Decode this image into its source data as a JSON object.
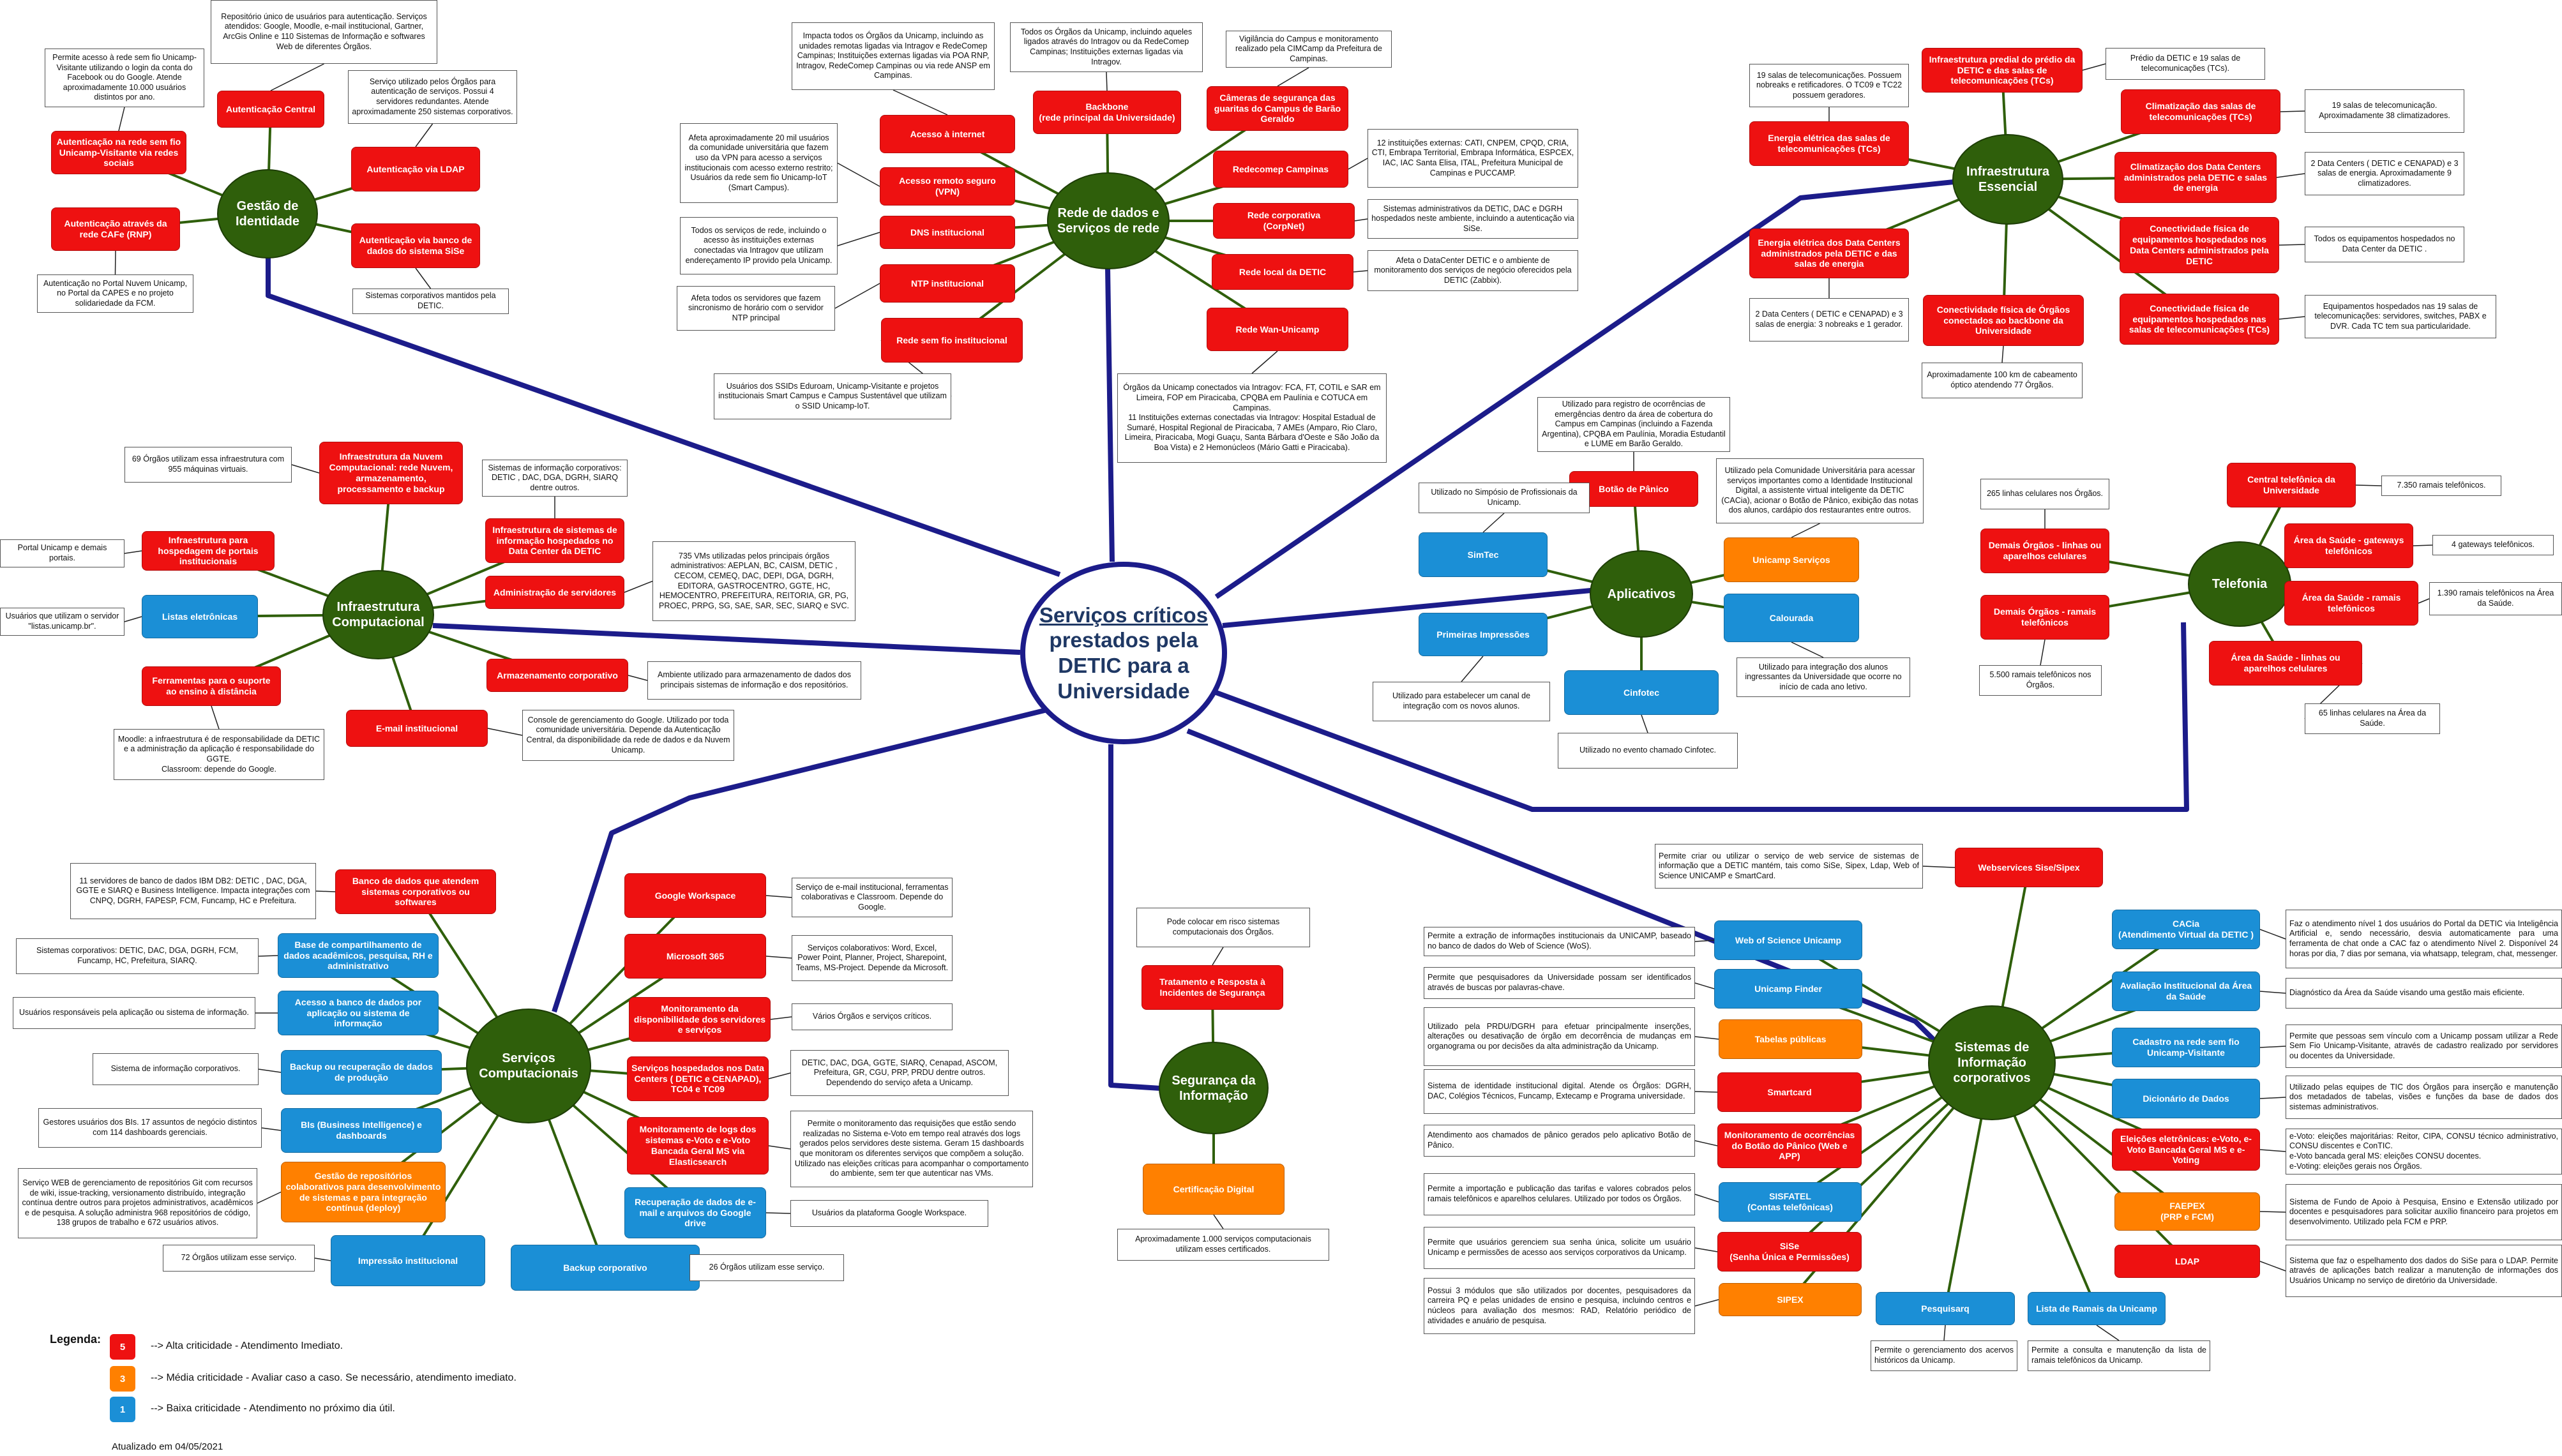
{
  "center": {
    "line1": "Serviços críticos",
    "line2": "prestados pela",
    "line3": "DETIC para a",
    "line4": "Universidade"
  },
  "hubs": {
    "gestao": "Gestão de\nIdentidade",
    "rede": "Rede de dados e\nServiços de rede",
    "infra_essencial": "Infraestrutura\nEssencial",
    "infra_comp": "Infraestrutura\nComputacional",
    "aplicativos": "Aplicativos",
    "telefonia": "Telefonia",
    "servicos_comp": "Serviços\nComputacionais",
    "seguranca": "Segurança da\nInformação",
    "sistemas": "Sistemas de\nInformação\ncorporativos"
  },
  "colors": {
    "critical_high": "#ee1111",
    "critical_medium": "#ff8000",
    "critical_low": "#1b8fd6",
    "hub_green": "#2f5f0b",
    "center_border": "#1c1c8a"
  },
  "gestao": {
    "central": "Autenticação Central",
    "central_note": "Repositório único de usuários para autenticação. Serviços atendidos: Google, Moodle, e-mail institucional, Gartner, ArcGis Online e 110 Sistemas de Informação e softwares Web de diferentes Órgãos.",
    "redes_sociais": "Autenticação na rede sem fio Unicamp-Visitante via redes sociais",
    "redes_sociais_note": "Permite acesso à rede sem fio Unicamp-Visitante utilizando o login da conta do Facebook ou do Google. Atende aproximadamente 10.000 usuários distintos por ano.",
    "ldap": "Autenticação via LDAP",
    "ldap_note": "Serviço utilizado pelos Órgãos para autenticação de serviços. Possui 4 servidores redundantes. Atende aproximadamente 250 sistemas corporativos.",
    "cafe": "Autenticação através da rede CAFe (RNP)",
    "cafe_note": "Autenticação no Portal Nuvem Unicamp, no Portal da CAPES e no projeto solidariedade da FCM.",
    "sise": "Autenticação via banco de dados do sistema SiSe",
    "sise_note": "Sistemas corporativos mantidos pela DETIC."
  },
  "rede": {
    "acesso_internet": "Acesso à internet",
    "acesso_internet_note": "Impacta todos os Órgãos da Unicamp, incluindo as unidades remotas ligadas via Intragov e RedeComep Campinas; Instituições externas ligadas via POA RNP, Intragov, RedeComep Campinas ou via rede ANSP em Campinas.",
    "backbone": "Backbone\n(rede principal da Universidade)",
    "backbone_note": "Todos os Órgãos da Unicamp, incluindo aqueles ligados através do Intragov ou da RedeComep Campinas; Instituições externas ligadas via Intragov.",
    "cameras": "Câmeras de segurança das guaritas do Campus de Barão Geraldo",
    "cameras_note": "Vigilância do Campus e monitoramento realizado pela CIMCamp da Prefeitura de Campinas.",
    "vpn": "Acesso remoto seguro\n(VPN)",
    "vpn_note": "Afeta aproximadamente 20 mil usuários da comunidade universitária que fazem uso da VPN para acesso a serviços institucionais com acesso externo restrito;\nUsuários da rede sem fio Unicamp-IoT (Smart Campus).",
    "redecomep": "Redecomep Campinas",
    "redecomep_note": "12 instituições externas: CATI, CNPEM, CPQD, CRIA, CTI, Embrapa Territorial, Embrapa Informática, ESPCEX, IAC, IAC Santa Elisa, ITAL, Prefeitura Municipal de Campinas e PUCCAMP.",
    "dns": "DNS institucional",
    "dns_note": "Todos os serviços de rede, incluindo o acesso às instituições externas conectadas via Intragov que utilizam endereçamento IP provido pela Unicamp.",
    "corpnet": "Rede corporativa\n(CorpNet)",
    "corpnet_note": "Sistemas administrativos da DETIC, DAC e DGRH hospedados neste ambiente, incluindo a autenticação via SiSe.",
    "ntp": "NTP institucional",
    "ntp_note": "Afeta todos os servidores que fazem sincronismo de horário com o servidor NTP principal",
    "local": "Rede local da DETIC",
    "local_note": "Afeta o DataCenter DETIC e o ambiente de monitoramento dos serviços de negócio oferecidos pela DETIC (Zabbix).",
    "semfio": "Rede sem fio institucional",
    "semfio_note": "Usuários dos SSIDs Eduroam, Unicamp-Visitante e projetos institucionais Smart Campus e Campus Sustentável que utilizam o SSID Unicamp-IoT.",
    "wan": "Rede Wan-Unicamp",
    "wan_note": "Órgãos da Unicamp conectados via Intragov: FCA, FT, COTIL e SAR em Limeira, FOP em Piracicaba, CPQBA em Paulínia e COTUCA em Campinas.\n11 Instituições externas conectadas via Intragov: Hospital Estadual de Sumaré, Hospital Regional de Piracicaba, 7 AMEs (Amparo, Rio Claro, Limeira, Piracicaba, Mogi Guaçu, Santa Bárbara d'Oeste e São João da Boa Vista) e 2 Hemonúcleos (Mário Gatti e Piracicaba)."
  },
  "infra_essencial": {
    "predial": "Infraestrutura predial do prédio da DETIC e das salas de telecomunicações (TCs)",
    "predial_note": "Prédio da DETIC e 19 salas de telecomunicações (TCs).",
    "energia_tcs": "Energia elétrica das salas de telecomunicações (TCs)",
    "energia_tcs_note": "19 salas de telecomunicações. Possuem nobreaks e retificadores. O TC09 e TC22 possuem geradores.",
    "clima_tcs": "Climatização das salas de telecomunicações (TCs)",
    "clima_tcs_note": "19 salas de telecomunicação. Aproximadamente 38 climatizadores.",
    "clima_dc": "Climatização dos Data Centers administrados pela DETIC e salas de energia",
    "clima_dc_note": "2 Data Centers ( DETIC e CENAPAD) e 3 salas de energia. Aproximadamente 9 climatizadores.",
    "energia_dc": "Energia elétrica dos Data Centers administrados pela DETIC e das salas de energia",
    "energia_dc_note": "2 Data Centers ( DETIC e CENAPAD) e 3 salas de energia: 3 nobreaks e 1 gerador.",
    "conect_dc": "Conectividade física de equipamentos hospedados nos Data Centers administrados pela DETIC",
    "conect_dc_note": "Todos os equipamentos hospedados no Data Center da DETIC .",
    "conect_orgaos": "Conectividade física de Órgãos conectados ao backbone da Universidade",
    "conect_orgaos_note": "Aproximadamente 100 km de cabeamento óptico atendendo 77 Órgãos.",
    "conect_tcs": "Conectividade física de equipamentos hospedados nas salas de telecomunicações (TCs)",
    "conect_tcs_note": "Equipamentos hospedados nas 19 salas de telecomunicações: servidores, switches, PABX e DVR. Cada TC tem sua particularidade."
  },
  "infra_comp": {
    "nuvem": "Infraestrutura da Nuvem Computacional: rede Nuvem, armazenamento, processamento e backup",
    "nuvem_note": "69 Órgãos utilizam essa infraestrutura com 955 máquinas virtuais.",
    "sistemas_dc": "Infraestrutura de sistemas de informação hospedados no Data Center da DETIC",
    "sistemas_dc_note": "Sistemas de informação corporativos: DETIC , DAC, DGA, DGRH, SIARQ dentre outros.",
    "hospedagem": "Infraestrutura para hospedagem de portais institucionais",
    "hospedagem_note": "Portal Unicamp e demais portais.",
    "admin": "Administração de servidores",
    "admin_note": "735 VMs utilizadas pelos principais órgãos administrativos: AEPLAN, BC, CAISM, DETIC , CECOM, CEMEQ, DAC, DEPI, DGA, DGRH, EDITORA, GASTROCENTRO, GGTE, HC, HEMOCENTRO, PREFEITURA, REITORIA, GR, PG, PROEC, PRPG, SG, SAE, SAR, SEC, SIARQ e SVC.",
    "listas": "Listas eletrônicas",
    "listas_note": "Usuários que utilizam o servidor \"listas.unicamp.br\".",
    "armazenamento": "Armazenamento corporativo",
    "armazenamento_note": "Ambiente utilizado para armazenamento de dados dos principais sistemas de informação e dos repositórios.",
    "ferramentas": "Ferramentas para o suporte ao ensino à distância",
    "ferramentas_note": "Moodle: a infraestrutura é de responsabilidade da DETIC e a administração da aplicação é responsabilidade do GGTE.\nClassroom: depende do Google.",
    "email": "E-mail institucional",
    "email_note": "Console de gerenciamento do Google. Utilizado por toda comunidade universitária. Depende da Autenticação Central, da disponibilidade da rede de dados e da Nuvem Unicamp."
  },
  "aplicativos": {
    "panico": "Botão de Pânico",
    "panico_note": "Utilizado para registro de ocorrências de emergências dentro da área de cobertura do Campus em Campinas (incluindo a Fazenda Argentina), CPQBA em Paulínia, Moradia Estudantil e LUME em Barão Geraldo.",
    "simtec": "SimTec",
    "simtec_note": "Utilizado no Simpósio de Profissionais da Unicamp.",
    "servicos": "Unicamp Serviços",
    "servicos_note": "Utilizado pela Comunidade Universitária para acessar serviços importantes como a Identidade Institucional Digital, a assistente virtual inteligente da DETIC (CACia), acionar o Botão de Pânico, exibição das notas dos alunos, cardápio dos restaurantes entre outros.",
    "impressoes": "Primeiras Impressões",
    "impressoes_note": "Utilizado para estabelecer um canal de integração com os novos alunos.",
    "calourada": "Calourada",
    "calourada_note": "Utilizado para integração dos alunos ingressantes da Universidade que ocorre no início de cada ano letivo.",
    "cinfotec": "Cinfotec",
    "cinfotec_note": "Utilizado no evento chamado Cinfotec."
  },
  "telefonia": {
    "central": "Central telefônica da Universidade",
    "central_note": "7.350 ramais telefônicos.",
    "demais_celulares": "Demais Órgãos - linhas ou aparelhos celulares",
    "demais_celulares_note": "265 linhas celulares nos Órgãos.",
    "saude_gw": "Área da Saúde - gateways telefônicos",
    "saude_gw_note": "4 gateways telefônicos.",
    "demais_ramais": "Demais Órgãos - ramais telefônicos",
    "demais_ramais_note": "5.500 ramais telefônicos nos Órgãos.",
    "saude_ramais": "Área da Saúde - ramais telefônicos",
    "saude_ramais_note": "1.390 ramais telefônicos na Área da Saúde.",
    "saude_cel": "Área da Saúde - linhas ou aparelhos celulares",
    "saude_cel_note": "65 linhas celulares na Área da Saúde."
  },
  "servicos_comp": {
    "banco": "Banco de dados que atendem sistemas corporativos ou softwares",
    "banco_note": "11 servidores de banco de dados IBM DB2: DETIC , DAC, DGA, GGTE e SIARQ e Business Intelligence. Impacta integrações com CNPQ, DGRH, FAPESP, FCM, Funcamp, HC e Prefeitura.",
    "workspace": "Google Workspace",
    "workspace_note": "Serviço de e-mail institucional, ferramentas colaborativas e Classroom. Depende do Google.",
    "compartilhamento": "Base de compartilhamento de dados acadêmicos, pesquisa, RH e administrativo",
    "compartilhamento_note": "Sistemas corporativos: DETIC, DAC, DGA, DGRH, FCM, Funcamp, HC, Prefeitura, SIARQ.",
    "ms365": "Microsoft 365",
    "ms365_note": "Serviços colaborativos: Word, Excel, Power Point, Planner, Project, Sharepoint, Teams, MS-Project. Depende da Microsoft.",
    "acesso_banco": "Acesso a banco de dados por aplicação ou sistema de informação",
    "acesso_banco_note": "Usuários responsáveis pela aplicação ou sistema de informação.",
    "monitoramento_disp": "Monitoramento da disponibilidade dos servidores e serviços",
    "monitoramento_disp_note": "Vários Órgãos e serviços críticos.",
    "backup_rec": "Backup ou recuperação de dados de produção",
    "backup_rec_note": "Sistema de informação corporativos.",
    "hospedados": "Serviços hospedados nos Data Centers ( DETIC e CENAPAD), TC04 e TC09",
    "hospedados_note": "DETIC, DAC, DGA, GGTE, SIARQ, Cenapad, ASCOM, Prefeitura, GR, CGU, PRP, PRDU dentre outros. Dependendo do serviço afeta a Unicamp.",
    "bis": "BIs (Business Intelligence) e dashboards",
    "bis_note": "Gestores usuários dos BIs. 17 assuntos de negócio distintos com 114 dashboards gerenciais.",
    "logs": "Monitoramento de logs dos sistemas e-Voto e e-Voto Bancada Geral MS via Elasticsearch",
    "logs_note": "Permite o monitoramento das requisições que estão sendo realizadas no Sistema e-Voto em tempo real através dos logs gerados pelos servidores deste sistema. Geram 15 dashboards que monitoram os diferentes serviços que compõem a solução. Utilizado nas eleições críticas para acompanhar o comportamento do ambiente, sem ter que autenticar nas VMs.",
    "repositorios": "Gestão de repositórios colaborativos para desenvolvimento de sistemas e para integração contínua (deploy)",
    "repositorios_note": "Serviço WEB de gerenciamento de repositórios Git com recursos de wiki, issue-tracking, versionamento distribuído, integração contínua dentre outros para projetos administrativos, acadêmicos e de pesquisa. A solução administra 968 repositórios de código, 138 grupos de trabalho e 672 usuários ativos.",
    "recup_google": "Recuperação de dados de e-mail e arquivos do Google drive",
    "recup_google_note": "Usuários da plataforma Google Workspace.",
    "impressao": "Impressão institucional",
    "impressao_note": "72 Órgãos utilizam esse serviço.",
    "backup_corp": "Backup corporativo",
    "backup_corp_note": "26 Órgãos utilizam esse serviço."
  },
  "seguranca": {
    "tratamento": "Tratamento e Resposta à Incidentes de Segurança",
    "tratamento_note": "Pode colocar em risco sistemas computacionais dos Órgãos.",
    "certificacao": "Certificação Digital",
    "certificacao_note": "Aproximadamente 1.000 serviços computacionais utilizam esses certificados."
  },
  "sistemas": {
    "webservices": "Webservices Sise/Sipex",
    "webservices_note": "Permite criar ou utilizar o serviço de web service de sistemas de informação que a DETIC mantém, tais como SiSe, Sipex, Ldap, Web of Science UNICAMP e SmartCard.",
    "wos": "Web of Science Unicamp",
    "wos_note": "Permite a extração de informações institucionais da UNICAMP, baseado no banco de dados do Web of Science (WoS).",
    "cacia": "CACia\n(Atendimento Virtual da DETIC )",
    "cacia_note": "Faz o atendimento nível 1 dos usuários do Portal da DETIC via Inteligência Artificial e, sendo necessário, desvia automaticamente para uma ferramenta de chat onde a CAC faz o atendimento Nível 2. Disponível 24 horas por dia, 7 dias por semana, via whatsapp, telegram, chat, messenger.",
    "finder": "Unicamp Finder",
    "finder_note": "Permite que pesquisadores da Universidade possam ser identificados através de buscas por palavras-chave.",
    "avaliacao": "Avaliação Institucional da Área da Saúde",
    "avaliacao_note": "Diagnóstico da Área da Saúde visando uma gestão mais eficiente.",
    "tabelas": "Tabelas públicas",
    "tabelas_note": "Utilizado pela PRDU/DGRH para efetuar principalmente inserções, alterações ou desativação de órgão em decorrência de mudanças em organograma ou por decisões da alta administração da Unicamp.",
    "cadastro": "Cadastro na rede sem fio Unicamp-Visitante",
    "cadastro_note": "Permite que pessoas sem vínculo com a Unicamp possam utilizar a Rede Sem Fio Unicamp-Visitante, através de cadastro realizado por servidores ou docentes da Universidade.",
    "smartcard": "Smartcard",
    "smartcard_note": "Sistema de identidade institucional digital. Atende os Órgãos: DGRH, DAC, Colégios Técnicos, Funcamp, Extecamp e Programa universidade.",
    "dicionario": "Dicionário de Dados",
    "dicionario_note": "Utilizado pelas equipes de TIC dos Órgãos para inserção e manutenção dos metadados de tabelas, visões e funções da base de dados dos sistemas administrativos.",
    "mon_panico": "Monitoramento de ocorrências do Botão do Pânico (Web e APP)",
    "mon_panico_note": "Atendimento aos chamados de pânico gerados pelo aplicativo Botão de Pânico.",
    "eleicoes": "Eleições eletrônicas: e-Voto, e-Voto Bancada Geral MS e e-Voting",
    "eleicoes_note": "e-Voto: eleições majoritárias: Reitor, CIPA, CONSU técnico administrativo, CONSU discentes e ConTIC.\ne-Voto bancada geral MS: eleições CONSU docentes.\ne-Voting: eleições gerais nos Órgãos.",
    "sisfatel": "SISFATEL\n(Contas telefônicas)",
    "sisfatel_note": "Permite a importação e publicação das tarifas e valores cobrados pelos ramais telefônicos e aparelhos celulares. Utilizado por todos os Órgãos.",
    "faepex": "FAEPEX\n(PRP e FCM)",
    "faepex_note": "Sistema de Fundo de Apoio à Pesquisa, Ensino e Extensão utilizado por docentes e pesquisadores para solicitar auxílio financeiro para projetos em desenvolvimento. Utilizado pela FCM e PRP.",
    "sise": "SiSe\n(Senha Única e Permissões)",
    "sise_note": "Permite que usuários gerenciem sua senha única, solicite um usuário Unicamp e permissões de acesso aos serviços corporativos da Unicamp.",
    "ldap": "LDAP",
    "ldap_note": "Sistema que faz o espelhamento dos dados do SiSe para o LDAP. Permite através de aplicações batch realizar a manutenção de informações dos Usuários Unicamp no serviço de diretório da Universidade.",
    "sipex": "SIPEX",
    "sipex_note": "Possui 3 módulos que são utilizados por docentes, pesquisadores da carreira PQ e pelas unidades de ensino e pesquisa, incluindo centros e núcleos para avaliação dos mesmos: RAD, Relatório periódico de atividades e anuário de pesquisa.",
    "pesquisarq": "Pesquisarq",
    "pesquisarq_note": "Permite o gerenciamento dos acervos históricos da Unicamp.",
    "lista_ramais": "Lista de Ramais da Unicamp",
    "lista_ramais_note": "Permite a consulta e manutenção da lista de ramais telefônicos da Unicamp."
  },
  "legend": {
    "title": "Legenda:",
    "items": [
      {
        "code": "5",
        "text": "--> Alta criticidade - Atendimento Imediato."
      },
      {
        "code": "3",
        "text": "--> Média criticidade - Avaliar caso a caso. Se necessário, atendimento imediato."
      },
      {
        "code": "1",
        "text": "--> Baixa criticidade - Atendimento no próximo dia útil."
      }
    ]
  },
  "updated": "Atualizado em 04/05/2021"
}
